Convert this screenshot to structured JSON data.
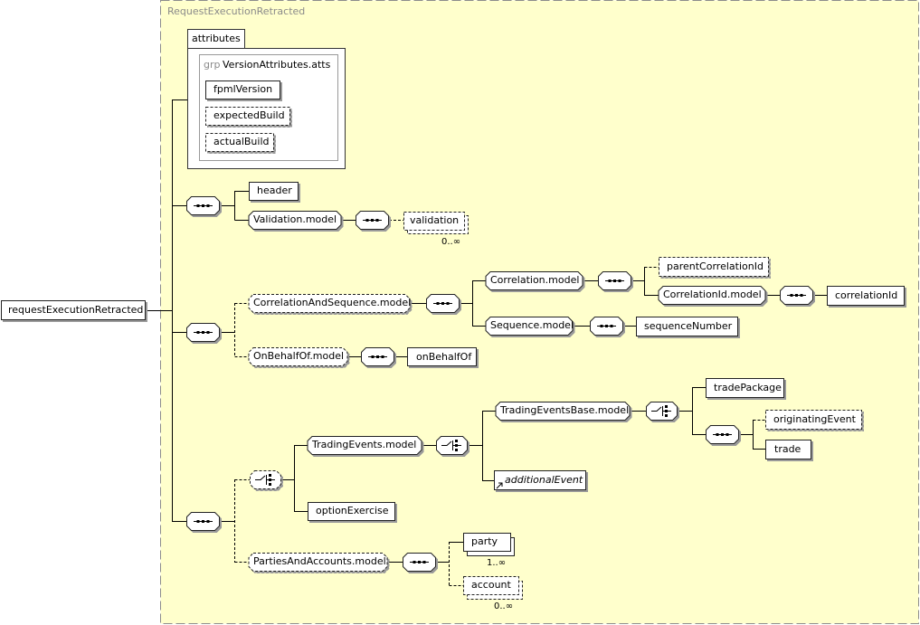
{
  "container_title": "RequestExecutionRetracted",
  "root": "requestExecutionRetracted",
  "attributes": {
    "tab": "attributes",
    "group_prefix": "grp",
    "group_name": "VersionAttributes.atts",
    "items": [
      "fpmlVersion",
      "expectedBuild",
      "actualBuild"
    ]
  },
  "nodes": {
    "header": "header",
    "validation_model": "Validation.model",
    "validation": "validation",
    "correlation_and_sequence_model": "CorrelationAndSequence.model",
    "correlation_model": "Correlation.model",
    "parent_correlation_id": "parentCorrelationId",
    "correlation_id_model": "CorrelationId.model",
    "correlation_id": "correlationId",
    "sequence_model": "Sequence.model",
    "sequence_number": "sequenceNumber",
    "on_behalf_of_model": "OnBehalfOf.model",
    "on_behalf_of": "onBehalfOf",
    "trading_events_base_model": "TradingEventsBase.model",
    "trade_package": "tradePackage",
    "originating_event": "originatingEvent",
    "trade": "trade",
    "trading_events_model": "TradingEvents.model",
    "additional_event": "additionalEvent",
    "option_exercise": "optionExercise",
    "parties_and_accounts_model": "PartiesAndAccounts.model",
    "party": "party",
    "account": "account"
  },
  "occurrences": {
    "validation": "0..∞",
    "party": "1..∞",
    "account": "0..∞"
  }
}
